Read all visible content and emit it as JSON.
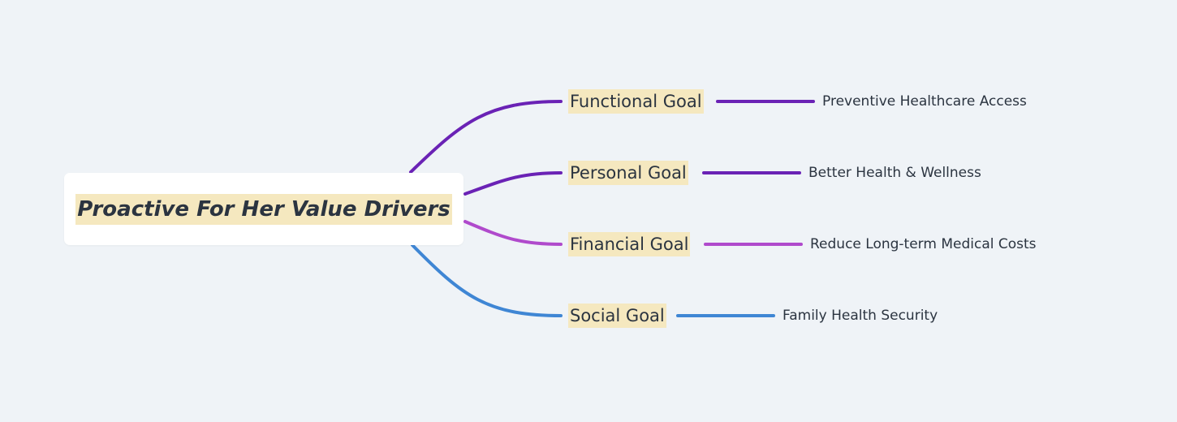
{
  "root": {
    "title": "Proactive For Her Value Drivers"
  },
  "branches": [
    {
      "label": "Functional Goal",
      "detail": "Preventive Healthcare Access",
      "color": "#6a22b5"
    },
    {
      "label": "Personal Goal",
      "detail": "Better Health & Wellness",
      "color": "#6a22b5"
    },
    {
      "label": "Financial Goal",
      "detail": "Reduce Long-term Medical Costs",
      "color": "#b04acc"
    },
    {
      "label": "Social Goal",
      "detail": "Family Health Security",
      "color": "#3f86d4"
    }
  ],
  "colors": {
    "background": "#eff3f7",
    "highlight": "#f5e8bf"
  }
}
